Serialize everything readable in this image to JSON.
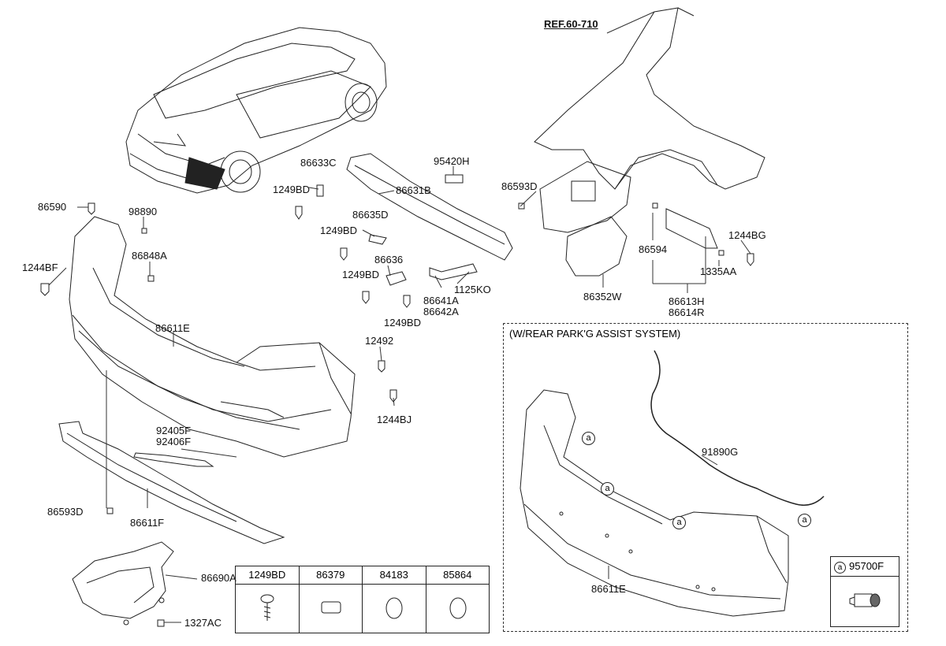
{
  "ref_label": "REF.60-710",
  "inset_title": "(W/REAR PARK'G ASSIST SYSTEM)",
  "callout_letter": "a",
  "part_labels": {
    "p86590": "86590",
    "p98890": "98890",
    "p86848A": "86848A",
    "p1244BF": "1244BF",
    "p86611E": "86611E",
    "p86633C": "86633C",
    "p1249BD_1": "1249BD",
    "p86631B": "86631B",
    "p95420H": "95420H",
    "p86635D": "86635D",
    "p1249BD_2": "1249BD",
    "p86636": "86636",
    "p1249BD_3": "1249BD",
    "p1125KO": "1125KO",
    "p86641A": "86641A",
    "p86642A": "86642A",
    "p1249BD_4": "1249BD",
    "p12492": "12492",
    "p1244BJ": "1244BJ",
    "p92405F": "92405F",
    "p92406F": "92406F",
    "p86593D_1": "86593D",
    "p86611F": "86611F",
    "p86690A": "86690A",
    "p1327AC": "1327AC",
    "p86593D_2": "86593D",
    "p86594": "86594",
    "p86352W": "86352W",
    "p1244BG": "1244BG",
    "p1335AA": "1335AA",
    "p86613H": "86613H",
    "p86614R": "86614R",
    "p91890G": "91890G",
    "p86611E_2": "86611E"
  },
  "parts_table": [
    "1249BD",
    "86379",
    "84183",
    "85864"
  ],
  "legend": {
    "letter": "a",
    "part": "95700F"
  }
}
